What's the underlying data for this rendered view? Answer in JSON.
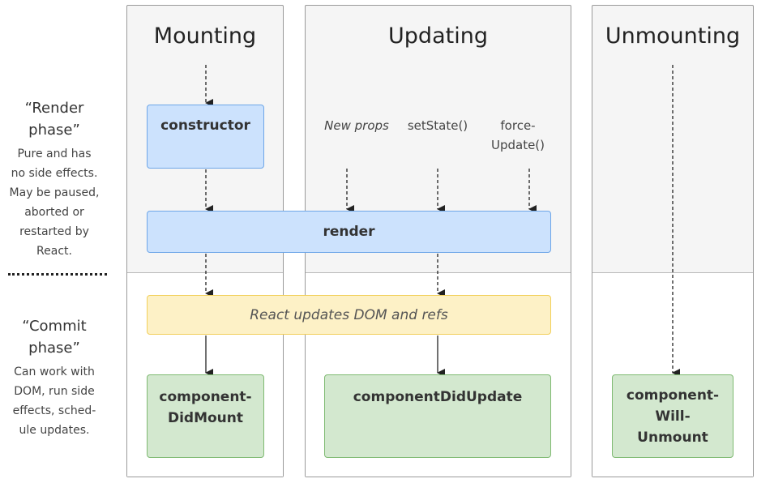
{
  "columns": {
    "mounting": "Mounting",
    "updating": "Updating",
    "unmounting": "Unmounting"
  },
  "render_phase": {
    "title_line1": "“Render",
    "title_line2": "phase”",
    "desc_lines": [
      "Pure and has",
      "no side effects.",
      "May be paused,",
      "aborted or",
      "restarted by",
      "React."
    ]
  },
  "commit_phase": {
    "title_line1": "“Commit",
    "title_line2": "phase”",
    "desc_lines": [
      "Can work with",
      "DOM, run side",
      "effects, sched-",
      "ule updates."
    ]
  },
  "boxes": {
    "constructor": "constructor",
    "render": "render",
    "dom_update": "React updates DOM and refs",
    "did_mount": [
      "component-",
      "DidMount"
    ],
    "did_update": "componentDidUpdate",
    "will_unmount": [
      "component-",
      "Will-",
      "Unmount"
    ]
  },
  "triggers": {
    "new_props": "New props",
    "set_state": "setState()",
    "force_update": [
      "force-",
      "Update()"
    ]
  },
  "colors": {
    "blue_fill": "#cce2fd",
    "blue_border": "#6ea6e8",
    "yellow_fill": "#fdf1c6",
    "yellow_border": "#f2cf5a",
    "green_fill": "#d3e8cf",
    "green_border": "#7fba72"
  }
}
